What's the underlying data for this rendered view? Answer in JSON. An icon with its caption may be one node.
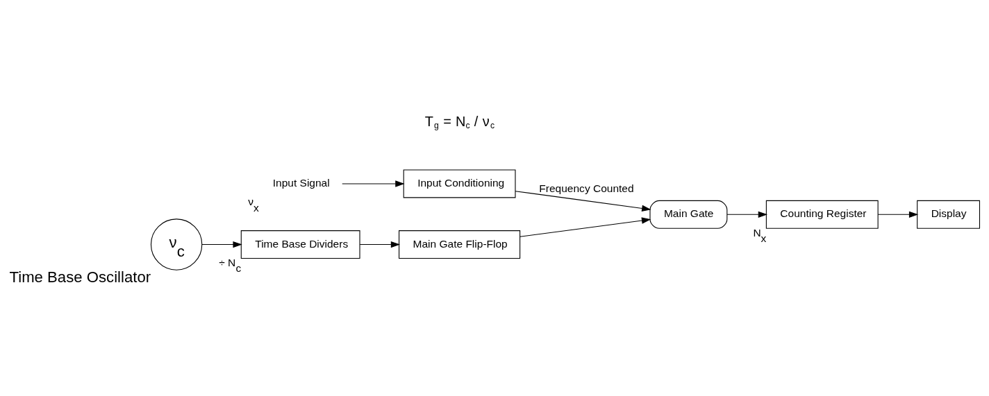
{
  "diagram": {
    "nodes": [
      {
        "text": [
          "Input Signal"
        ],
        "beside": [
          "ν$_{x}$"
        ]
      },
      {
        "text": [
          "Input Conditioning"
        ]
      },
      {
        "text": [
          "Main Gate"
        ]
      },
      {
        "text": [
          "Counting Register"
        ],
        "beside": [
          "N$_{x}$"
        ]
      },
      {
        "text": [
          "Display"
        ]
      },
      {
        "text": [
          "Main Gate Flip-Flop"
        ]
      },
      {
        "text": [
          "Time Base Dividers"
        ],
        "beside": [
          "÷ N$_{c}$"
        ]
      },
      {
        "text": [
          "ν$_{c}$"
        ],
        "beside": [
          "Time Base Oscillator"
        ]
      }
    ],
    "edges": [
      {
        "from": 0,
        "to": 1,
        "arrow": "to"
      },
      {
        "from": 1,
        "to": 2,
        "arrow": "to",
        "label": "Frequency Counted"
      },
      {
        "from": 2,
        "to": 3,
        "arrow": "to"
      },
      {
        "from": 3,
        "to": 4,
        "arrow": "to"
      },
      {
        "from": 5,
        "to": 2,
        "arrow": "to"
      },
      {
        "from": 6,
        "to": 5,
        "arrow": "to"
      },
      {
        "from": 7,
        "to": 6,
        "arrow": "to"
      }
    ],
    "labels": [
      "T$_{g}$ = N$_{c}$ / ν$_{c}$"
    ]
  }
}
